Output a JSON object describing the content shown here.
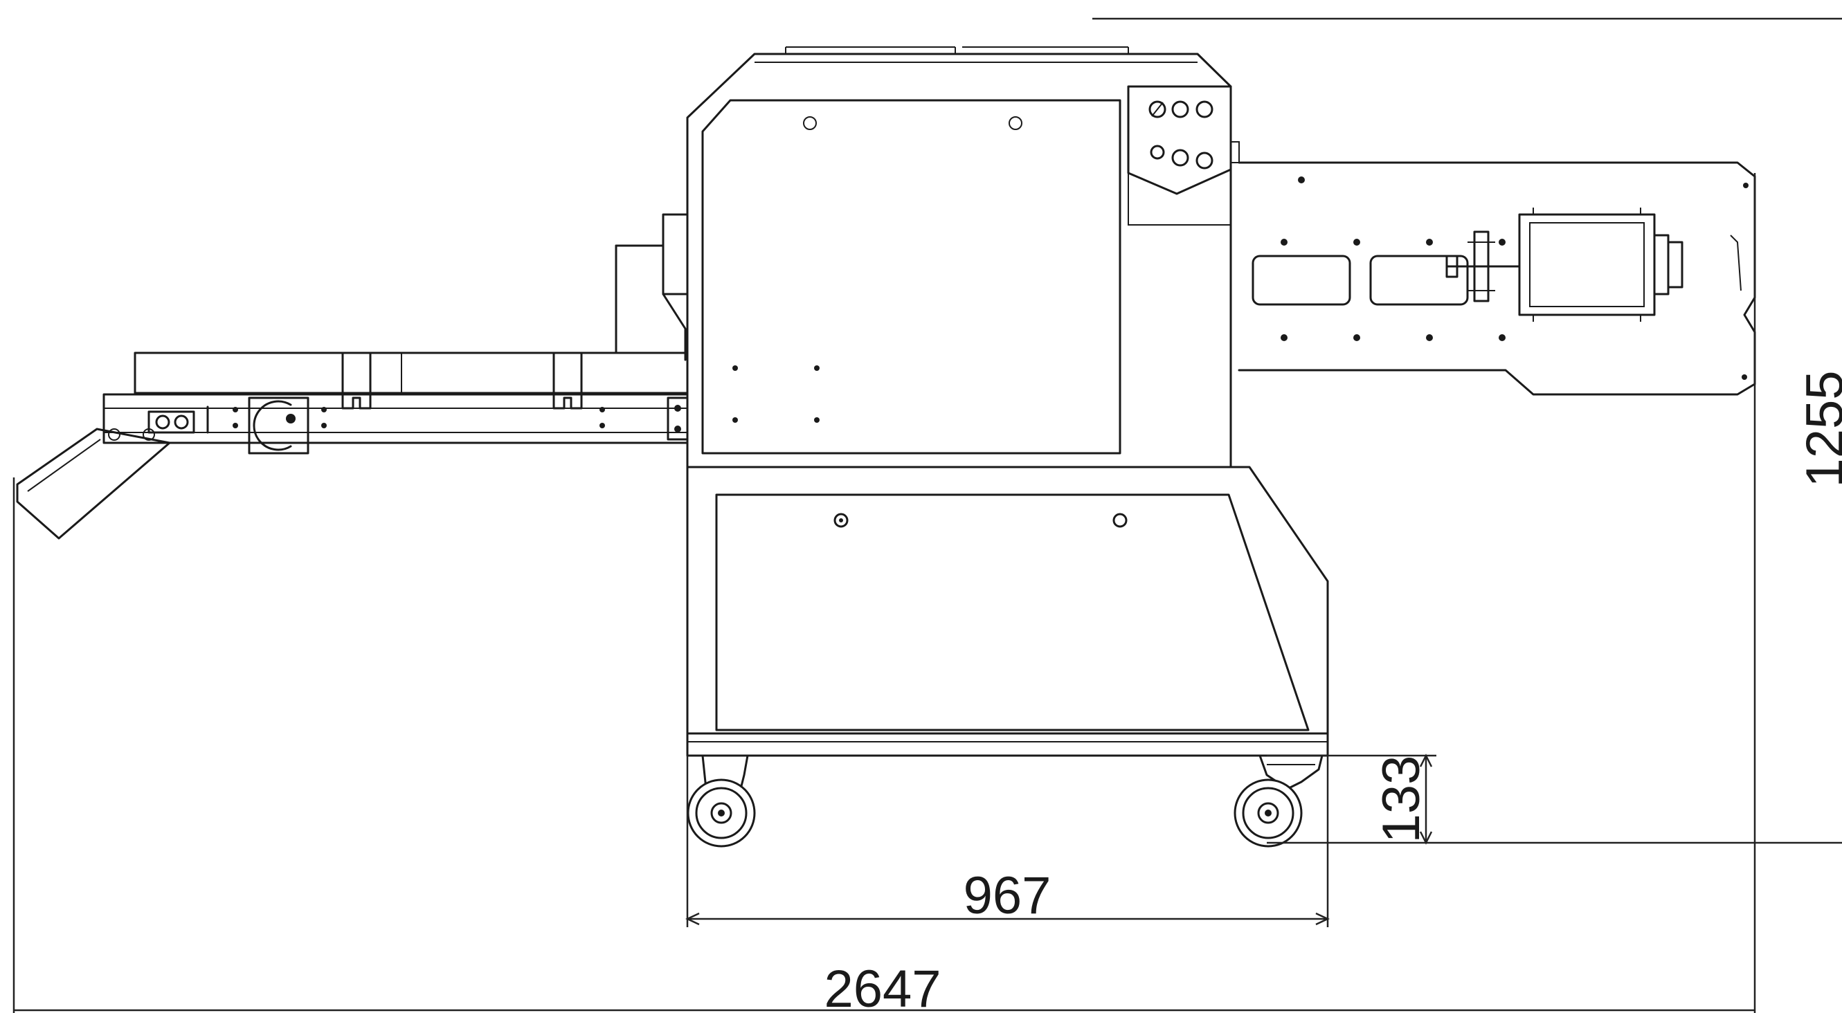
{
  "drawing": {
    "subject": "machine side elevation with dimensions",
    "dimensions": {
      "overall_length": "2647",
      "frame_width": "967",
      "height": "1255",
      "caster_offset": "133"
    }
  }
}
